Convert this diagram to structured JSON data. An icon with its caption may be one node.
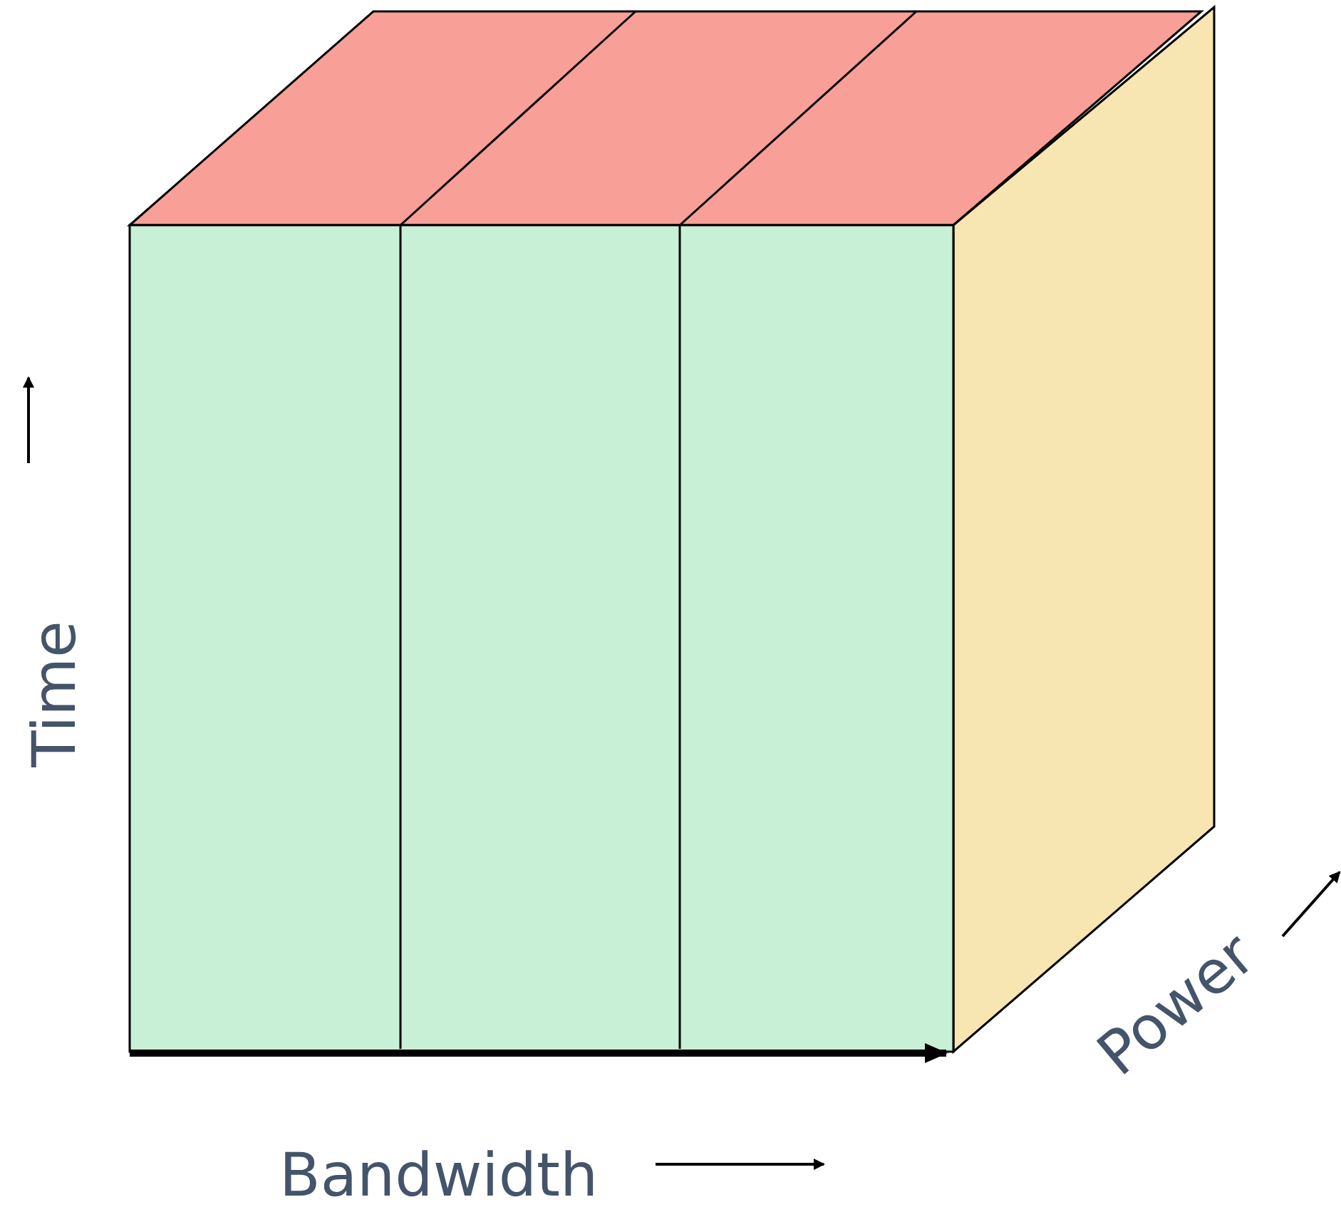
{
  "diagram": {
    "labels": [
      "Time",
      "Power",
      "Bandwidth"
    ]
  }
}
